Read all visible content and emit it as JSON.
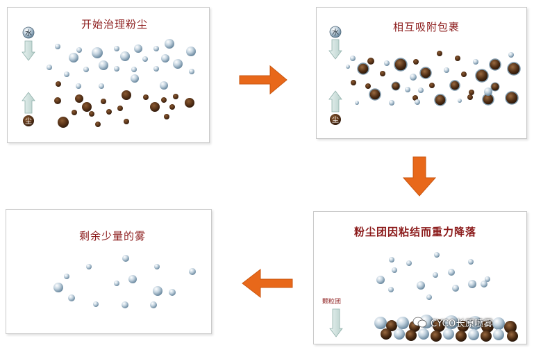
{
  "panels": {
    "start": {
      "title": "开始治理粉尘",
      "water_label": "水",
      "dust_label": "尘"
    },
    "adsorb": {
      "title": "相互吸附包裹",
      "water_label": "水",
      "dust_label": "尘"
    },
    "remaining": {
      "title": "剩余少量的雾"
    },
    "settle": {
      "title": "粉尘团因粘结而重力降落",
      "cluster_label": "颗粒团"
    }
  },
  "watermark": {
    "text": "CYCO长原喷雾"
  },
  "colors": {
    "title": "#8b1a1a",
    "arrow": "#e8681a",
    "water_drop": "#a9bfd0",
    "dust_particle": "#5a3418",
    "panel_border": "#c9c9c9",
    "indicator_arrow": "#cfe3df"
  },
  "icons": {
    "flow_arrow": "orange-arrow",
    "water_drop": "water-droplet-icon",
    "dust_particle": "dust-particle-icon",
    "watermark": "wechat-logo-icon"
  }
}
